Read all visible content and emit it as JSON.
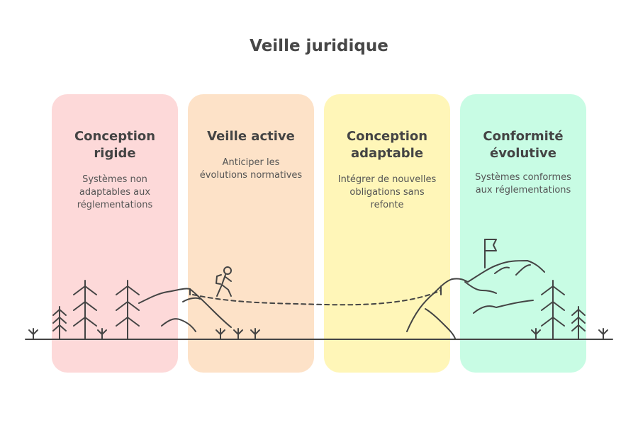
{
  "title": "Veille juridique",
  "colors": {
    "panel1": "#fdd9d9",
    "panel2": "#fde2c8",
    "panel3": "#fff6b8",
    "panel4": "#c8fce4",
    "ink": "#444444"
  },
  "panels": [
    {
      "title": "Conception rigide",
      "desc": "Systèmes non adaptables aux réglementations"
    },
    {
      "title": "Veille active",
      "desc": "Anticiper les évolutions normatives"
    },
    {
      "title": "Conception adaptable",
      "desc": "Intégrer de nouvelles obligations sans refonte"
    },
    {
      "title": "Conformité évolutive",
      "desc": "Systèmes conformes aux réglementations"
    }
  ],
  "icons": [
    "tree-icon",
    "grass-icon",
    "hiker-icon",
    "mountain-icon",
    "flag-icon"
  ]
}
